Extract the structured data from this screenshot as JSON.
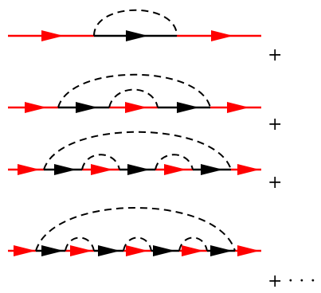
{
  "diagram": {
    "colors": {
      "red_line": "#ff0000",
      "black_line": "#000000",
      "dashed_arc": "#000000"
    },
    "separators": [
      "+",
      "+",
      "+",
      "+ · · ·"
    ],
    "rows": [
      {
        "name": "diagram-row-1",
        "segments": [
          "red",
          "black",
          "red"
        ],
        "arcs": [
          {
            "from": 1,
            "to": 2
          }
        ]
      },
      {
        "name": "diagram-row-2",
        "segments": [
          "red",
          "black",
          "red",
          "black",
          "red"
        ],
        "arcs": [
          {
            "from": 1,
            "to": 4
          },
          {
            "from": 2,
            "to": 3
          }
        ]
      },
      {
        "name": "diagram-row-3",
        "segments": [
          "red",
          "black",
          "red",
          "black",
          "red",
          "black",
          "red"
        ],
        "arcs": [
          {
            "from": 1,
            "to": 6
          },
          {
            "from": 2,
            "to": 3
          },
          {
            "from": 4,
            "to": 5
          }
        ]
      },
      {
        "name": "diagram-row-4",
        "segments": [
          "red",
          "black",
          "red",
          "black",
          "red",
          "black",
          "red",
          "black",
          "red"
        ],
        "arcs": [
          {
            "from": 1,
            "to": 8
          },
          {
            "from": 2,
            "to": 3
          },
          {
            "from": 4,
            "to": 5
          },
          {
            "from": 6,
            "to": 7
          }
        ]
      }
    ]
  }
}
